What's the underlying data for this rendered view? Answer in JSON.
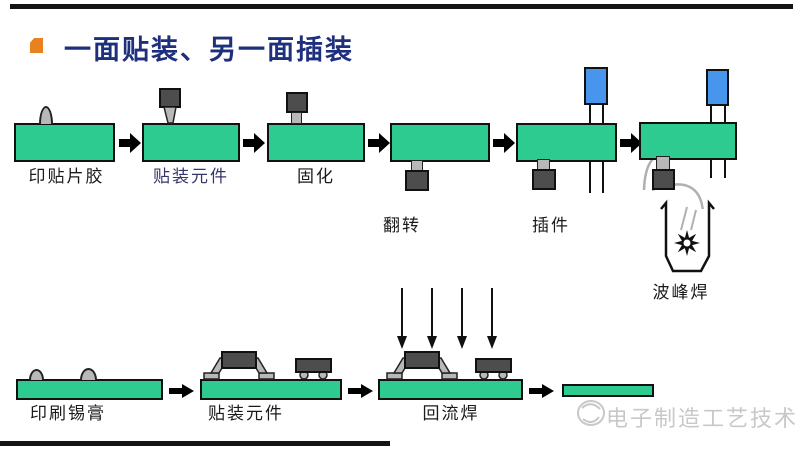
{
  "slide": {
    "title": "一面贴装、另一面插装",
    "watermark": "电子制造工艺技术"
  },
  "process_top": {
    "description": "adhesive / insertion side flow",
    "steps": [
      {
        "label": "印贴片胶"
      },
      {
        "label": "贴装元件"
      },
      {
        "label": "固化"
      },
      {
        "label": "翻转"
      },
      {
        "label": "插件"
      },
      {
        "label": "波峰焊"
      }
    ]
  },
  "process_bottom": {
    "description": "solder paste / reflow side flow",
    "steps": [
      {
        "label": "印刷锡膏"
      },
      {
        "label": "贴装元件"
      },
      {
        "label": "回流焊"
      }
    ]
  },
  "colors": {
    "pcb_green": "#2ecb90",
    "component_dark": "#4d4d4d",
    "component_light": "#b8b8b8",
    "capacitor_blue": "#4795ec",
    "title_navy": "#1e2f7d",
    "label_blue": "#34356b",
    "accent_orange": "#e8821e",
    "watermark_gray": "#c8c8c8"
  }
}
